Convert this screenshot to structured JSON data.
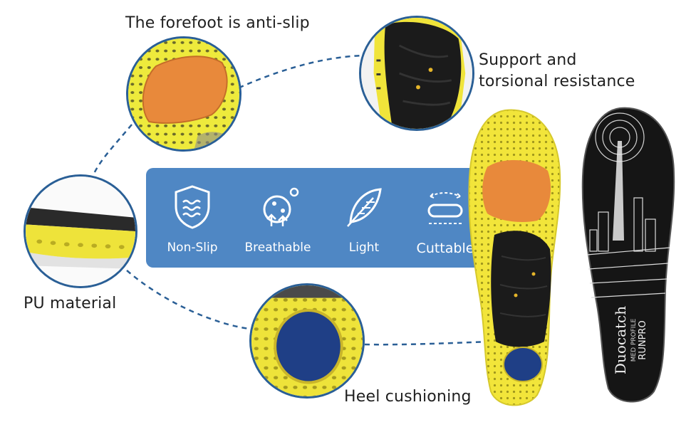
{
  "callouts": {
    "forefoot": "The forefoot is anti-slip",
    "support_line1": "Support and",
    "support_line2": "torsional resistance",
    "pu": "PU material",
    "heel": "Heel cushioning"
  },
  "features": [
    {
      "label": "Non-Slip",
      "icon": "shield-waves-icon"
    },
    {
      "label": "Breathable",
      "icon": "breathable-bubbles-icon"
    },
    {
      "label": "Light",
      "icon": "feather-icon"
    },
    {
      "label": "Cuttable",
      "icon": "cut-line-icon"
    }
  ],
  "brand": {
    "name": "Duocatch",
    "line1": "MED PROFILE",
    "line2": "RUNPRO"
  },
  "colors": {
    "accent_blue": "#4f87c4",
    "dash_blue": "#2a5f96",
    "insole_yellow": "#f2e53a",
    "forefoot_orange": "#e8893b",
    "heel_blue": "#1f3f86"
  }
}
